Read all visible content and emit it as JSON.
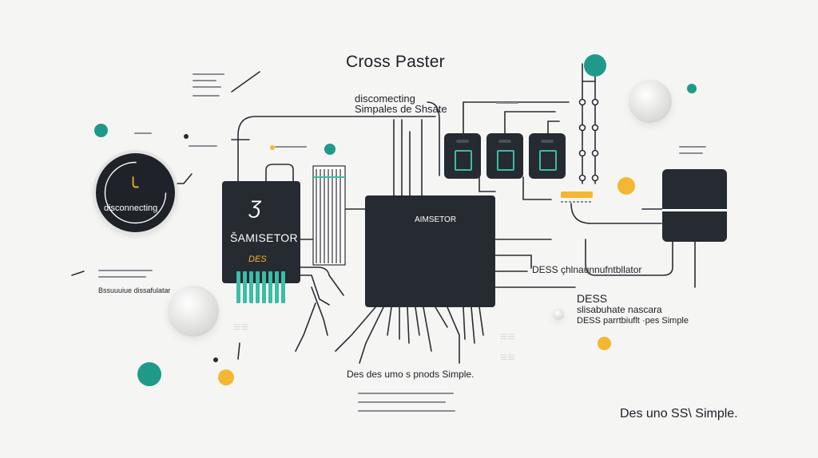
{
  "title": "Cross Paster",
  "subtitle": {
    "line1": "discomecting",
    "line2": "Simpales de Shsate"
  },
  "dial": {
    "label": "disconnecting"
  },
  "chip_left": {
    "logo": "Ʒ",
    "name": "ŠAMISETOR",
    "badge": "DES"
  },
  "chip_center": {
    "name": "AIMSETOR"
  },
  "labels": {
    "mid_right": "DESS çhlnaunnufntbllator",
    "right_block": [
      "DESS",
      "slisabuhate nascara",
      "DESS parrtbiuflt ·pes Simple"
    ],
    "bottom": "Des des umo s pnods Simple.",
    "corner": "Des uno  SS\\ Simple.",
    "left_small": "Bssuuuiue dissafulatar"
  },
  "colors": {
    "accent_teal": "#1f9a8a",
    "accent_yellow": "#f4b731",
    "chip": "#262a31"
  },
  "icons": [
    "dial-icon",
    "chip-icon",
    "module-icon"
  ]
}
